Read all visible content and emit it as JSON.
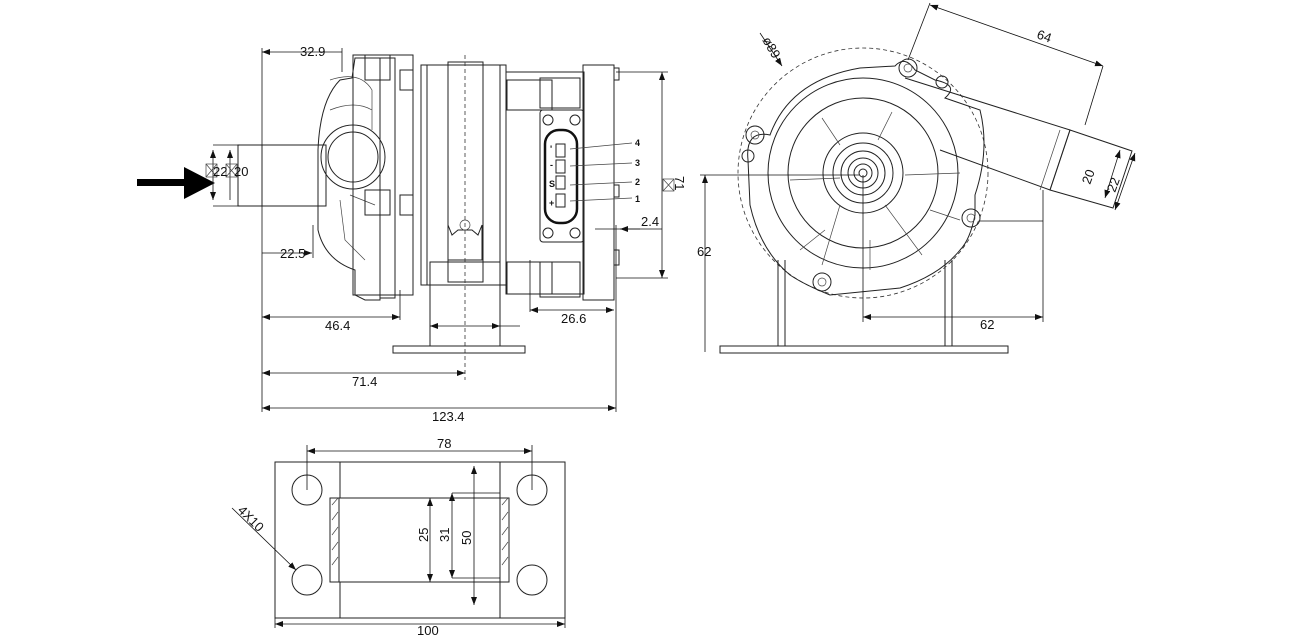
{
  "side_view": {
    "dims": {
      "d329": "32.9",
      "d225": "22.5",
      "d464": "46.4",
      "d714": "71.4",
      "d1234": "123.4",
      "d266": "26.6",
      "d24": "2.4",
      "d71": "71",
      "inlet_outer": "22",
      "inlet_inner": "20"
    },
    "pins": [
      "1",
      "2",
      "3",
      "4"
    ],
    "pin_symbols": [
      "+",
      "S",
      "-",
      "'"
    ]
  },
  "front_view": {
    "dims": {
      "dia89": "ø89",
      "d64": "64",
      "d62v": "62",
      "d62h": "62",
      "outlet_inner": "20",
      "outlet_outer": "22"
    }
  },
  "bottom_view": {
    "dims": {
      "d78": "78",
      "d100": "100",
      "holes": "4X10",
      "d25": "25",
      "d31": "31",
      "d50": "50"
    }
  }
}
